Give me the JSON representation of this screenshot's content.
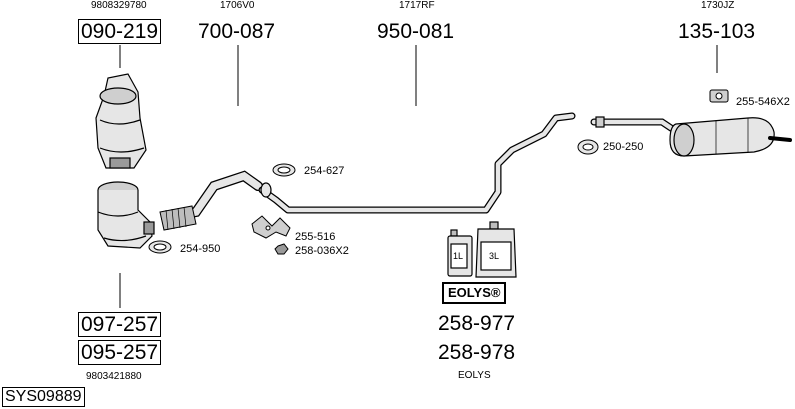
{
  "system_code": "SYS09889",
  "additive": {
    "brand_label": "EOLYS®",
    "caption": "EOLYS",
    "bottle_small_label": "1L",
    "bottle_large_label": "3L",
    "part_1": "258-977",
    "part_2": "258-978"
  },
  "parts": {
    "catalyst": {
      "oem": "9808329780",
      "number": "090-219"
    },
    "front_pipe": {
      "oem": "1706V0",
      "number": "700-087"
    },
    "middle_pipe": {
      "oem": "1717RF",
      "number": "950-081"
    },
    "rear_silencer": {
      "oem": "1730JZ",
      "number": "135-103"
    },
    "particle_filter": {
      "oem": "9803421880",
      "number_1": "097-257",
      "number_2": "095-257"
    }
  },
  "accessories": {
    "clamp_front": "254-627",
    "clamp_catalyst": "254-950",
    "bracket": "255-516",
    "nut": "258-036X2",
    "clamp_rear": "250-250",
    "rubber_mount": "255-546X2"
  },
  "colors": {
    "line": "#000000",
    "part_fill": "#e6e6e6",
    "part_shade": "#9a9a9a",
    "background": "#ffffff"
  }
}
